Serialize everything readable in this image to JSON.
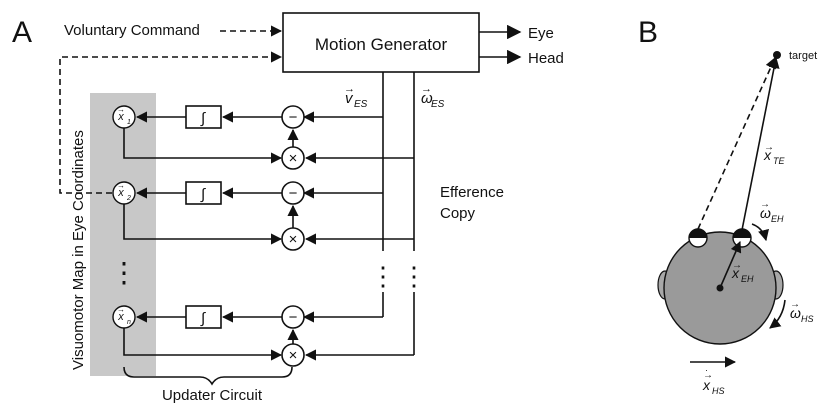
{
  "panel_a": {
    "letter": "A",
    "voluntary_command": "Voluntary Command",
    "motion_generator": "Motion Generator",
    "output_eye": "Eye",
    "output_head": "Head",
    "v_es_sym": "v",
    "v_es_sub": "ES",
    "omega_es_sym": "ω",
    "omega_es_sub": "ES",
    "visuomotor_map": "Visuomotor Map in Eye Coordinates",
    "efference_copy_line1": "Efference",
    "efference_copy_line2": "Copy",
    "updater_circuit": "Updater Circuit",
    "minus_glyph": "−",
    "times_glyph": "×",
    "integral_glyph": "∫",
    "ellipsis_glyph": "⋮",
    "node_x1_sub": "1",
    "node_x2_sub": "2",
    "node_xn_sub": "n",
    "node_symbol": "x"
  },
  "panel_b": {
    "letter": "B",
    "target": "target",
    "x_te_sym": "x",
    "x_te_sub": "TE",
    "omega_eh_sym": "ω",
    "omega_eh_sub": "EH",
    "x_eh_sym": "x",
    "x_eh_sub": "EH",
    "omega_hs_sym": "ω",
    "omega_hs_sub": "HS",
    "x_hs_sym": "x",
    "x_hs_sub": "HS"
  },
  "colors": {
    "line": "#111111",
    "map_shade": "#c8c8c8",
    "head_fill": "#9a9a9a",
    "ear_fill": "#a8a8a8"
  }
}
